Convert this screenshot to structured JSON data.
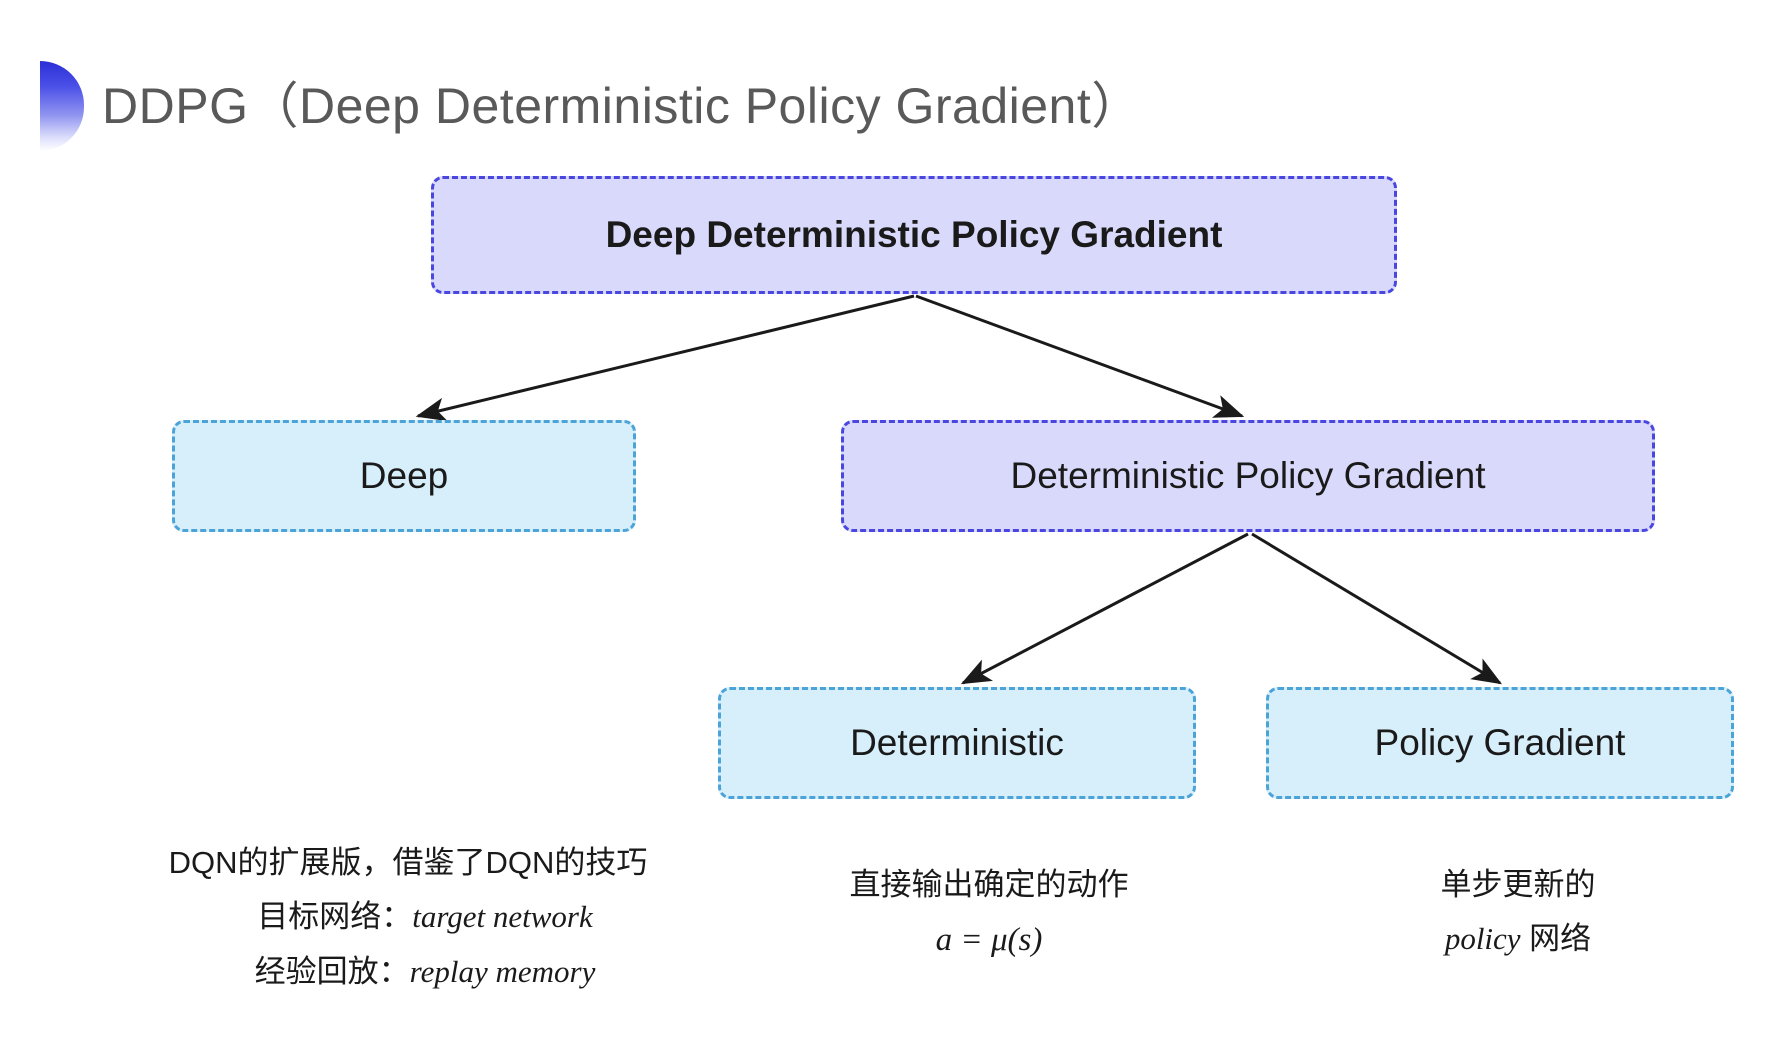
{
  "slide": {
    "title": "DDPG（Deep Deterministic Policy Gradient）",
    "bullet_icon": "half-circle-gradient-icon",
    "background_color": "#ffffff",
    "title_color": "#595959",
    "accent_color": "#2b2fd6"
  },
  "colors": {
    "purple_fill": "#d9d9fb",
    "purple_border": "#4a46e0",
    "blue_fill": "#d6effb",
    "blue_border": "#4ba3d8",
    "arrow": "#1a1a1a"
  },
  "diagram": {
    "type": "tree",
    "nodes": [
      {
        "id": "root",
        "label": "Deep Deterministic Policy Gradient",
        "style": "purple",
        "level": 0
      },
      {
        "id": "deep",
        "label": "Deep",
        "style": "blue",
        "level": 1
      },
      {
        "id": "dpg",
        "label": "Deterministic Policy Gradient",
        "style": "purple",
        "level": 1
      },
      {
        "id": "deterministic",
        "label": "Deterministic",
        "style": "blue",
        "level": 2
      },
      {
        "id": "policy_gradient",
        "label": "Policy Gradient",
        "style": "blue",
        "level": 2
      }
    ],
    "edges": [
      {
        "from": "root",
        "to": "deep"
      },
      {
        "from": "root",
        "to": "dpg"
      },
      {
        "from": "dpg",
        "to": "deterministic"
      },
      {
        "from": "dpg",
        "to": "policy_gradient"
      }
    ]
  },
  "annotations": {
    "deep": {
      "line1": "DQN的扩展版，借鉴了DQN的技巧",
      "line2_label": "目标网络：",
      "line2_term": "target network",
      "line3_label": "经验回放：",
      "line3_term": "replay memory"
    },
    "deterministic": {
      "line1": "直接输出确定的动作",
      "formula": "a = μ(s)"
    },
    "policy_gradient": {
      "line1": "单步更新的",
      "line2_term": "policy",
      "line2_suffix": " 网络"
    }
  }
}
